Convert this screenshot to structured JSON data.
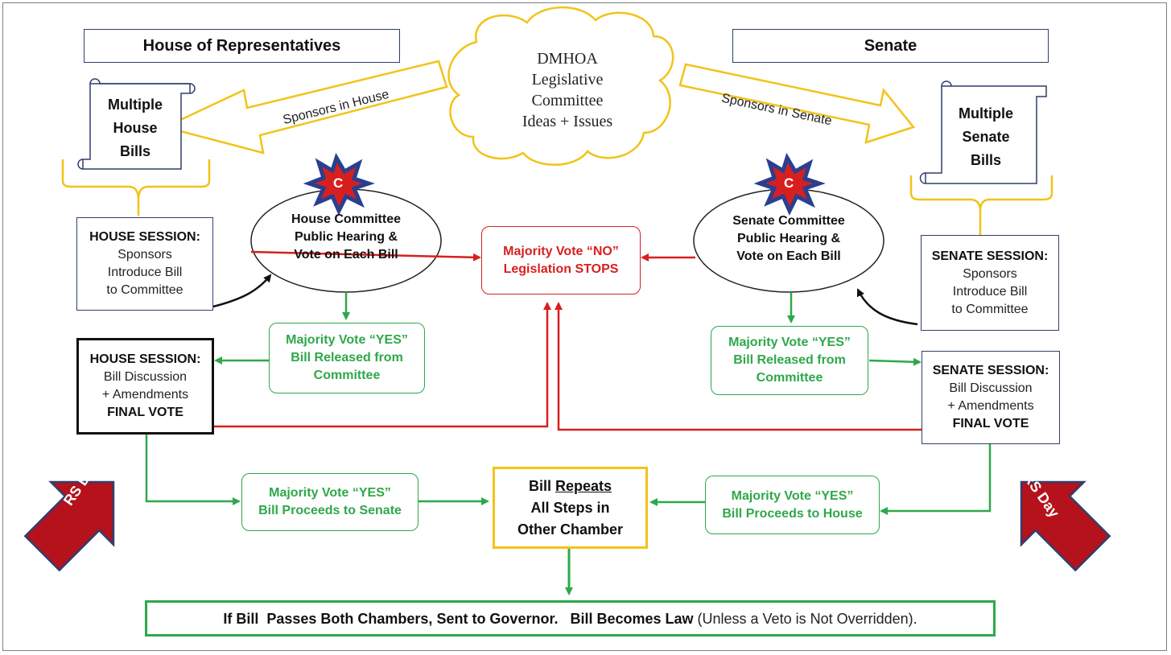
{
  "header_house": "House of Representatives",
  "header_senate": "Senate",
  "cloud": {
    "line1": "DMHOA",
    "line2": "Legislative",
    "line3": "Committee",
    "line4": "Ideas + Issues"
  },
  "sponsors_house": "Sponsors in House",
  "sponsors_senate": "Sponsors in Senate",
  "house_bills": {
    "line1": "Multiple",
    "line2": "House",
    "line3": "Bills"
  },
  "senate_bills": {
    "line1": "Multiple",
    "line2": "Senate",
    "line3": "Bills"
  },
  "committee_badge": "C",
  "house_session_intro": {
    "title": "HOUSE SESSION:",
    "l1": "Sponsors",
    "l2": "Introduce Bill",
    "l3": "to Committee"
  },
  "senate_session_intro": {
    "title": "SENATE SESSION:",
    "l1": "Sponsors",
    "l2": "Introduce Bill",
    "l3": "to Committee"
  },
  "house_committee": {
    "l1": "House Committee",
    "l2": "Public Hearing &",
    "l3": "Vote on Each Bill"
  },
  "senate_committee": {
    "l1": "Senate Committee",
    "l2": "Public Hearing &",
    "l3": "Vote on Each Bill"
  },
  "stop_box": {
    "l1": "Majority Vote “NO”",
    "l2": "Legislation STOPS"
  },
  "house_yes_released": {
    "l1": "Majority Vote “YES”",
    "l2": "Bill Released from",
    "l3": "Committee"
  },
  "senate_yes_released": {
    "l1": "Majority Vote “YES”",
    "l2": "Bill Released from",
    "l3": "Committee"
  },
  "house_final": {
    "title": "HOUSE SESSION:",
    "l1": "Bill Discussion",
    "l2": "+ Amendments",
    "l3": "FINAL VOTE"
  },
  "senate_final": {
    "title": "SENATE SESSION:",
    "l1": "Bill Discussion",
    "l2": "+ Amendments",
    "l3": "FINAL VOTE"
  },
  "rs_day": "RS Day",
  "proceeds_senate": {
    "l1": "Majority Vote “YES”",
    "l2": "Bill Proceeds to Senate"
  },
  "proceeds_house": {
    "l1": "Majority Vote “YES”",
    "l2": "Bill Proceeds to House"
  },
  "repeats": {
    "l1a": "Bill ",
    "l1b": "Repeats",
    "l2": "All Steps in",
    "l3": "Other Chamber"
  },
  "governor": {
    "bold": "If Bill  Passes Both Chambers, Sent to Governor.   Bill Becomes Law",
    "normal": " (Unless a Veto is Not Overridden)."
  },
  "colors": {
    "green": "#2ea84a",
    "red": "#d81f1f",
    "gold": "#f2c319",
    "navy": "#2f3f6f",
    "darkred": "#b5121b",
    "starblue": "#2a3f8f"
  }
}
